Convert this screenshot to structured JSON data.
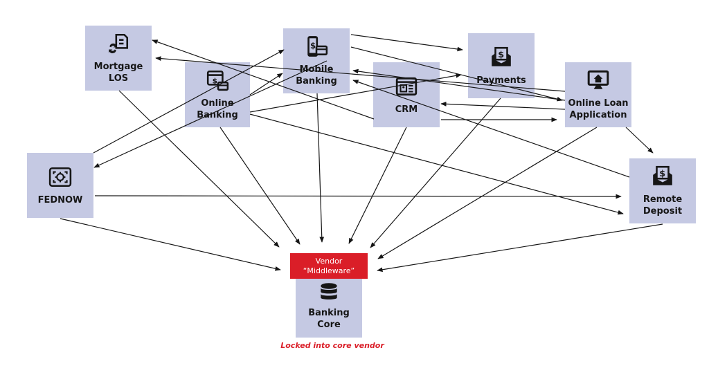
{
  "diagram": {
    "nodes": {
      "mortgage_los": {
        "label": "Mortgage\nLOS",
        "icon": "document-sync-icon"
      },
      "online_banking": {
        "label": "Online\nBanking",
        "icon": "browser-payment-icon"
      },
      "mobile_banking": {
        "label": "Mobile\nBanking",
        "icon": "mobile-payment-icon"
      },
      "crm": {
        "label": "CRM",
        "icon": "browser-contact-icon"
      },
      "payments": {
        "label": "Payments",
        "icon": "envelope-dollar-icon"
      },
      "online_loan": {
        "label": "Online Loan\nApplication",
        "icon": "monitor-home-icon"
      },
      "fednow": {
        "label": "FEDNOW",
        "icon": "focus-target-icon"
      },
      "remote_deposit": {
        "label": "Remote\nDeposit",
        "icon": "envelope-dollar-icon"
      },
      "banking_core": {
        "label": "Banking\nCore",
        "icon": "database-icon"
      }
    },
    "middleware": {
      "line1": "Vendor",
      "line2": "“Middleware”"
    },
    "caption": "Locked into core vendor",
    "colors": {
      "node_fill": "#c5c9e3",
      "middleware_fill": "#da1e28",
      "caption": "#da1e28",
      "line": "#161616"
    },
    "edges": [
      {
        "from": "crm",
        "to": "mortgage_los"
      },
      {
        "from": "online_loan",
        "to": "mortgage_los"
      },
      {
        "from": "fednow",
        "to": "mobile_banking"
      },
      {
        "from": "online_banking",
        "to": "mobile_banking"
      },
      {
        "from": "mobile_banking",
        "to": "fednow"
      },
      {
        "from": "mobile_banking",
        "to": "payments"
      },
      {
        "from": "mobile_banking",
        "to": "online_loan"
      },
      {
        "from": "online_banking",
        "to": "payments"
      },
      {
        "from": "online_loan",
        "to": "mobile_banking"
      },
      {
        "from": "remote_deposit",
        "to": "mobile_banking"
      },
      {
        "from": "online_loan",
        "to": "crm"
      },
      {
        "from": "crm",
        "to": "online_loan"
      },
      {
        "from": "online_loan",
        "to": "remote_deposit"
      },
      {
        "from": "online_banking",
        "to": "remote_deposit"
      },
      {
        "from": "fednow",
        "to": "remote_deposit"
      },
      {
        "from": "mortgage_los",
        "to": "middleware"
      },
      {
        "from": "online_banking",
        "to": "middleware"
      },
      {
        "from": "mobile_banking",
        "to": "middleware"
      },
      {
        "from": "crm",
        "to": "middleware"
      },
      {
        "from": "payments",
        "to": "middleware"
      },
      {
        "from": "online_loan",
        "to": "middleware"
      },
      {
        "from": "fednow",
        "to": "middleware"
      },
      {
        "from": "remote_deposit",
        "to": "middleware"
      }
    ]
  }
}
